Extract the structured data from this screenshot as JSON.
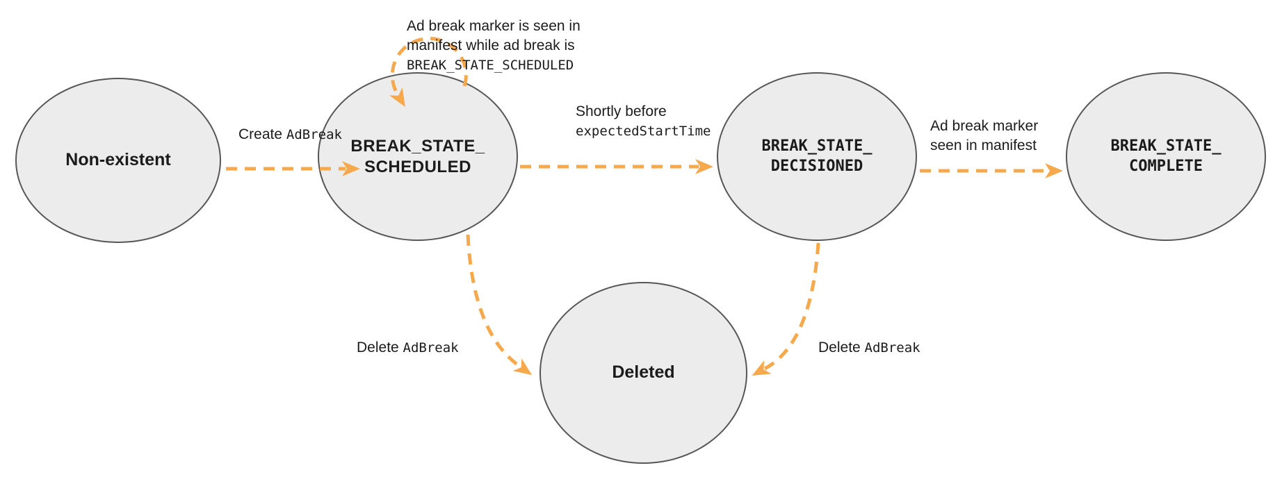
{
  "colors": {
    "accent_orange": "#f6a84c",
    "node_fill": "#ececec",
    "node_border": "#565656",
    "text": "#1b1b1b"
  },
  "states": {
    "non_existent": {
      "label": "Non-existent"
    },
    "scheduled": {
      "line1": "BREAK_STATE_",
      "line2": "SCHEDULED"
    },
    "decisioned": {
      "line1": "BREAK_STATE_",
      "line2": "DECISIONED"
    },
    "complete": {
      "line1": "BREAK_STATE_",
      "line2": "COMPLETE"
    },
    "deleted": {
      "label": "Deleted"
    }
  },
  "transitions": {
    "create": {
      "plain": "Create ",
      "code": "AdBreak"
    },
    "self_loop": {
      "line1": "Ad break marker is seen in",
      "line2": "manifest while ad break is",
      "line3_code": "BREAK_STATE_SCHEDULED"
    },
    "shortly_before": {
      "line1": "Shortly before",
      "line2_code": "expectedStartTime"
    },
    "marker_seen": {
      "line1": "Ad break marker",
      "line2": "seen in manifest"
    },
    "delete_left": {
      "plain": "Delete ",
      "code": "AdBreak"
    },
    "delete_right": {
      "plain": "Delete ",
      "code": "AdBreak"
    }
  }
}
